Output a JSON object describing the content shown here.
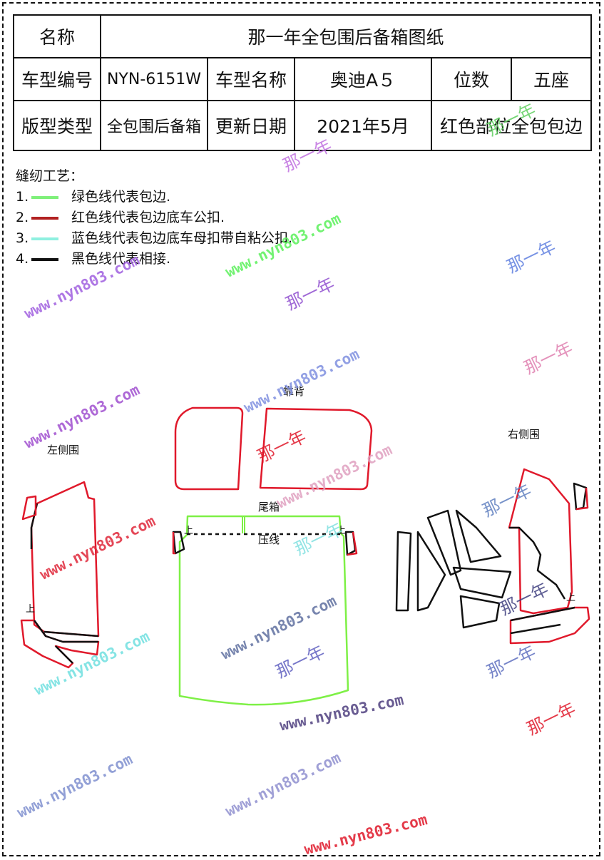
{
  "table": {
    "name_label": "名称",
    "title": "那一年全包围后备箱图纸",
    "model_code_label": "车型编号",
    "model_code": "NYN-6151W",
    "model_name_label": "车型名称",
    "model_name": "奥迪A５",
    "seats_label": "位数",
    "seats": "五座",
    "type_label": "版型类型",
    "type": "全包围后备箱",
    "date_label": "更新日期",
    "date": "2021年5月",
    "note": "红色部位全包包边"
  },
  "process": {
    "title": "缝纫工艺：",
    "items": [
      {
        "num": "1.",
        "color": "#7ff07a",
        "text": "绿色线代表包边."
      },
      {
        "num": "2.",
        "color": "#b22222",
        "text": "红色线代表包边底车公扣."
      },
      {
        "num": "3.",
        "color": "#8ff0e0",
        "text": "蓝色线代表包边底车母扣带自粘公扣."
      },
      {
        "num": "4.",
        "color": "#111111",
        "text": "黑色线代表相接."
      }
    ]
  },
  "labels": {
    "back": "靠背",
    "left_side": "左侧围",
    "right_side": "右侧围",
    "trunk": "尾箱",
    "press_line": "压线",
    "up_mark": "上"
  },
  "watermarks": {
    "url": "www.nyn803.com",
    "brand": "那一年"
  },
  "colors": {
    "red_edge": "#e0192b",
    "green_edge": "#7ef046",
    "black_edge": "#111111"
  }
}
